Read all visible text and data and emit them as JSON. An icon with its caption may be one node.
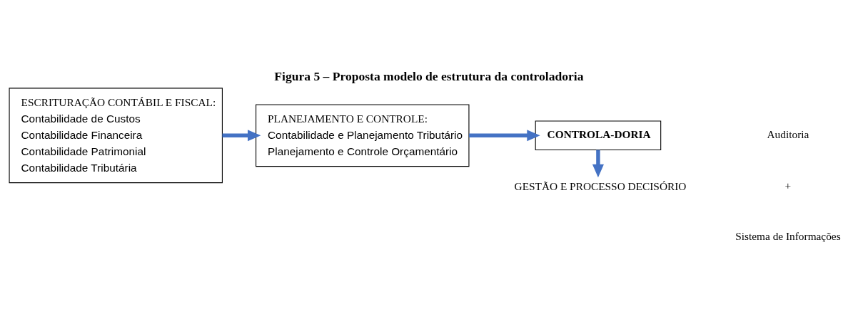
{
  "diagram": {
    "title": "Figura 5 – Proposta modelo de estrutura da controladoria",
    "nodes": [
      {
        "text": [
          "ESCRITURAÇÃO CONTÁBIL E FISCAL:",
          "Contabilidade de Custos",
          "Contabilidade Financeira",
          "Contabilidade Patrimonial",
          "Contabilidade Tributária"
        ]
      },
      {
        "text": [
          "PLANEJAMENTO E CONTROLE:",
          "Contabilidade e Planejamento Tributário",
          "Planejamento e Controle Orçamentário"
        ]
      },
      {
        "text": [
          "CONTROLA-DORIA"
        ]
      },
      {
        "text": [
          "GESTÃO E PROCESSO DECISÓRIO"
        ]
      }
    ],
    "edges": [
      {
        "from": 0,
        "to": 1,
        "arrow": "to"
      },
      {
        "from": 1,
        "to": 2,
        "arrow": "to"
      },
      {
        "from": 2,
        "to": 3,
        "arrow": "to"
      }
    ],
    "labels": [
      "Auditoria",
      "+",
      "Sistema de Informações"
    ]
  }
}
